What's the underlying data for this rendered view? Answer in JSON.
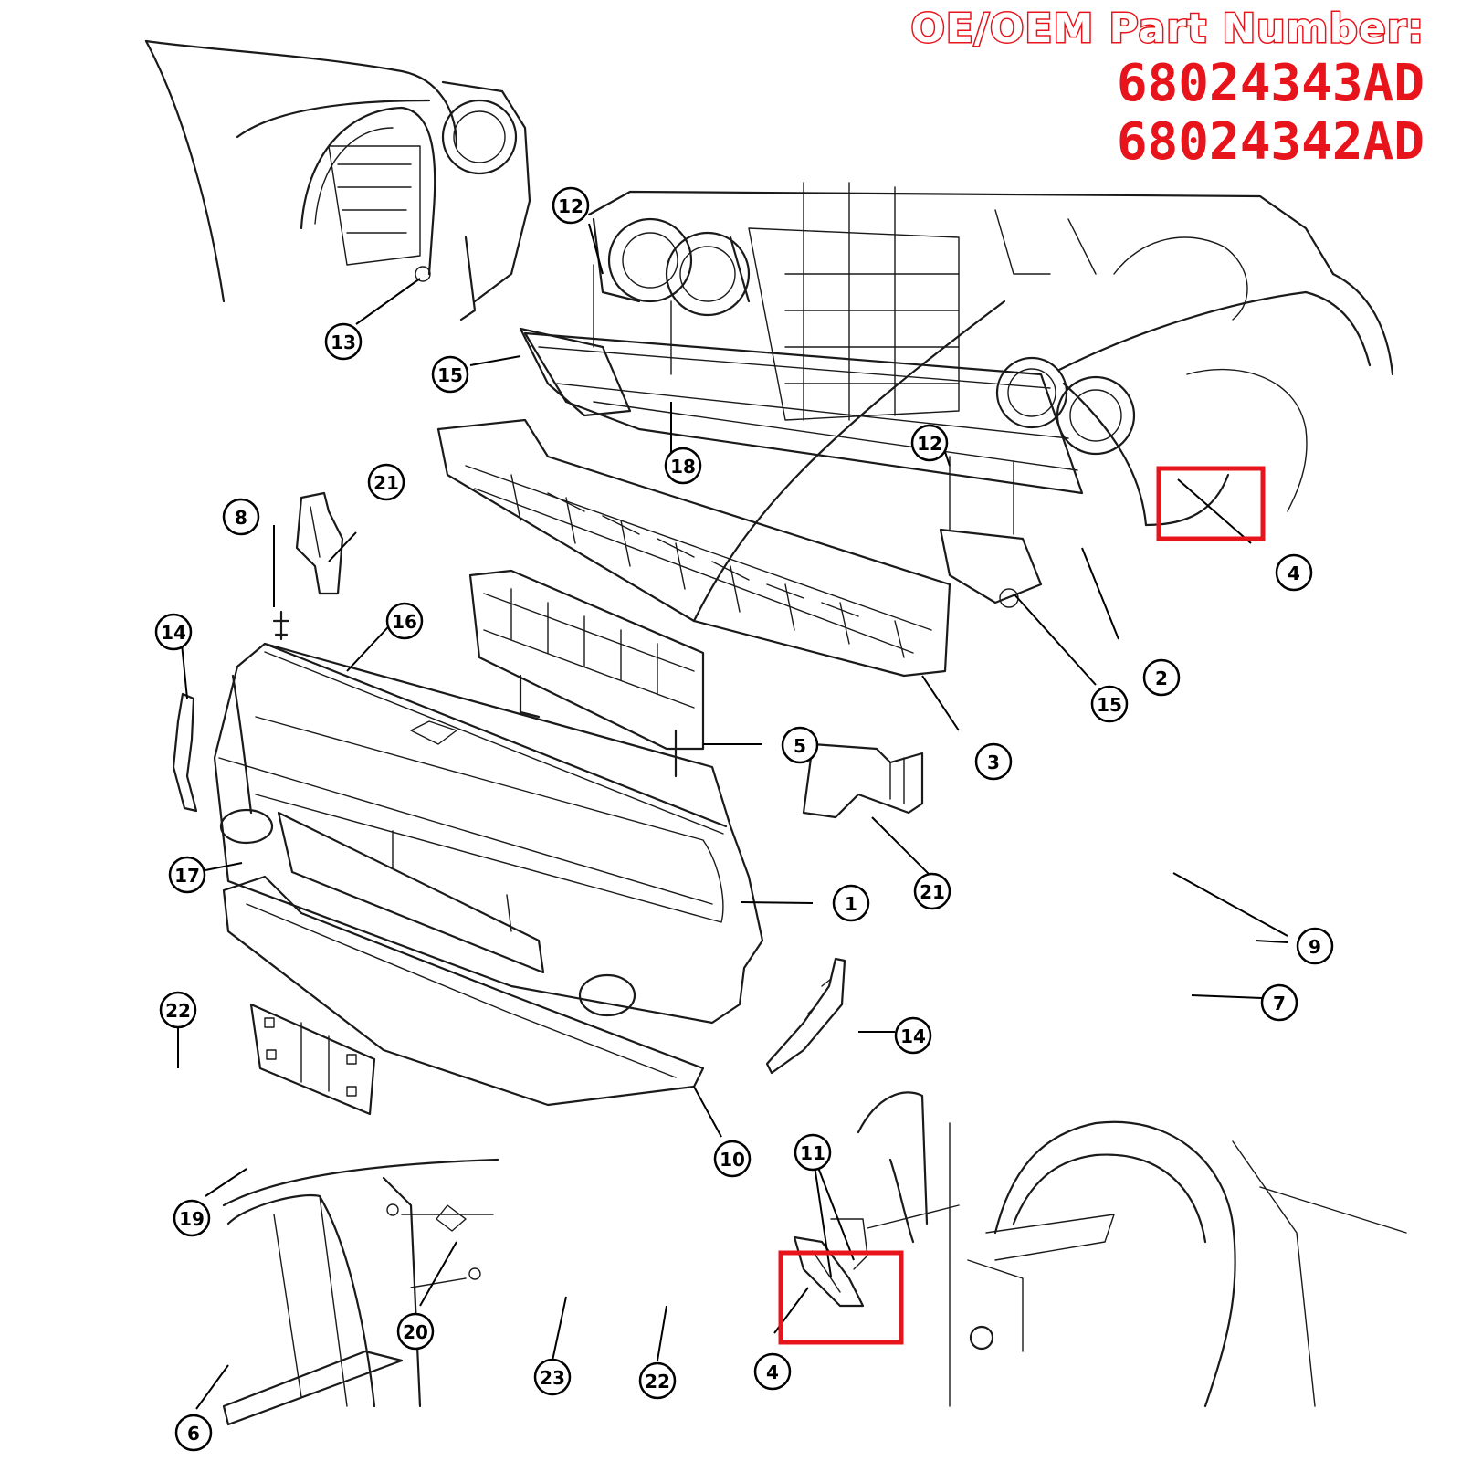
{
  "header": {
    "label": "OE/OEM Part Number:",
    "part_numbers": [
      "68024343AD",
      "68024342AD"
    ]
  },
  "colors": {
    "highlight": "#e8141c",
    "line": "#1a1a1a"
  },
  "callouts": {
    "c1": "1",
    "c2": "2",
    "c3": "3",
    "c4a": "4",
    "c4b": "4",
    "c5": "5",
    "c6": "6",
    "c7": "7",
    "c8": "8",
    "c9": "9",
    "c10": "10",
    "c11": "11",
    "c12a": "12",
    "c12b": "12",
    "c13": "13",
    "c14a": "14",
    "c14b": "14",
    "c15a": "15",
    "c15b": "15",
    "c16": "16",
    "c17": "17",
    "c18": "18",
    "c19": "19",
    "c20": "20",
    "c21a": "21",
    "c21b": "21",
    "c22a": "22",
    "c22b": "22",
    "c23": "23"
  }
}
